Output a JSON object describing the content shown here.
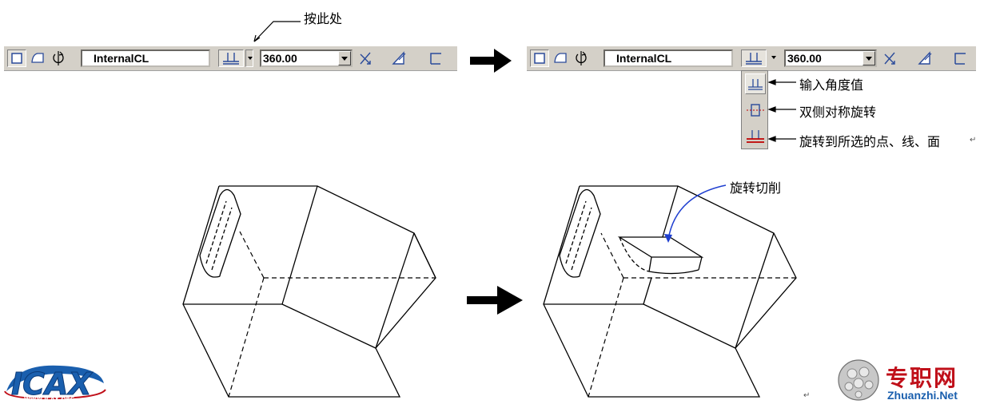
{
  "toolbar_before": {
    "field_value": "InternalCL",
    "angle_value": "360.00"
  },
  "toolbar_after": {
    "field_value": "InternalCL",
    "angle_value": "360.00"
  },
  "callout_click_here": "按此处",
  "dropdown_menu": {
    "items": [
      {
        "label": "输入角度值",
        "icon": "angle-value-icon"
      },
      {
        "label": "双侧对称旋转",
        "icon": "symmetric-revolve-icon"
      },
      {
        "label": "旋转到所选的点、线、面",
        "icon": "revolve-to-selection-icon"
      }
    ]
  },
  "callout_revolve_cut": "旋转切削",
  "logos": {
    "left": {
      "text": "ICAX",
      "subtext": "WWW.ICAX.ORG"
    },
    "right": {
      "cn": "专职网",
      "url": "Zhuanzhi.Net"
    }
  },
  "colors": {
    "toolbar_bg": "#d4d0c8",
    "icon_blue": "#2a4a9a",
    "arrow_blue": "#1f3fd0",
    "menu_red": "#c00000",
    "logo_blue": "#1a5fae",
    "logo_red": "#c0101a"
  }
}
